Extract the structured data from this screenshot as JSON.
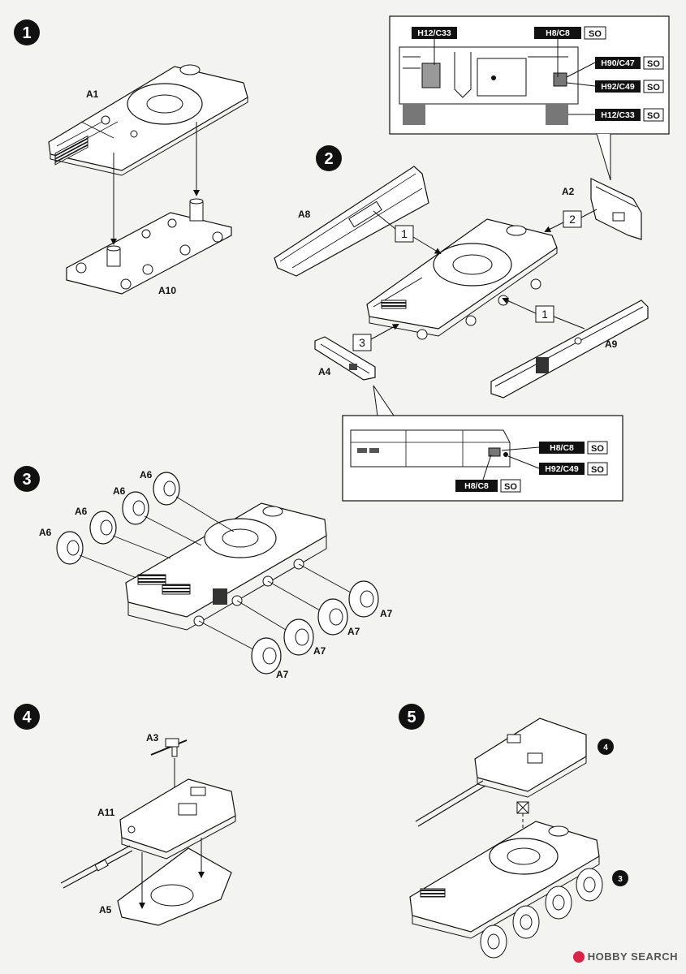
{
  "steps": [
    "1",
    "2",
    "3",
    "4",
    "5"
  ],
  "parts": {
    "a1": "A1",
    "a10": "A10",
    "a2": "A2",
    "a8": "A8",
    "a9": "A9",
    "a4": "A4",
    "a6": "A6",
    "a7": "A7",
    "a3": "A3",
    "a11": "A11",
    "a5": "A5"
  },
  "assembly_refs": {
    "ref1": "1",
    "ref2": "2",
    "ref3": "3"
  },
  "sub_refs": {
    "sub4": "4",
    "sub3": "3"
  },
  "callout_top": {
    "items": [
      {
        "code": "H12/C33",
        "tag": ""
      },
      {
        "code": "H8/C8",
        "tag": "SO"
      },
      {
        "code": "H90/C47",
        "tag": "SO"
      },
      {
        "code": "H92/C49",
        "tag": "SO"
      },
      {
        "code": "H12/C33",
        "tag": "SO"
      }
    ]
  },
  "callout_bottom": {
    "items": [
      {
        "code": "H8/C8",
        "tag": "SO"
      },
      {
        "code": "H92/C49",
        "tag": "SO"
      },
      {
        "code": "H8/C8",
        "tag": "SO"
      }
    ]
  },
  "watermark": "HOBBY SEARCH",
  "colors": {
    "ink": "#111111",
    "paper": "#f3f3f1",
    "dark_grey": "#444444",
    "mid_grey": "#8a8a8a"
  }
}
